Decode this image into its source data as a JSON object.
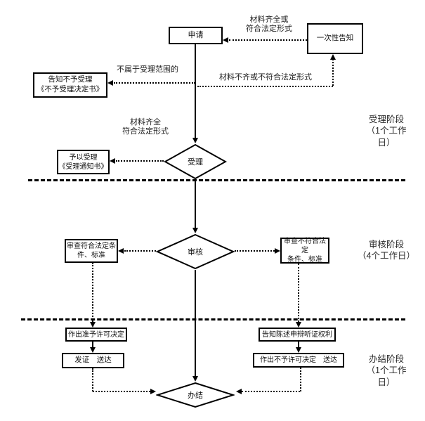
{
  "nodes": {
    "apply": {
      "label": "申请"
    },
    "one_time_notice": {
      "label": "一次性告知"
    },
    "reject_notice": {
      "line1": "告知不予受理",
      "line2": "《不予受理决定书》"
    },
    "accept_notice": {
      "line1": "予以受理",
      "line2": "《受理通知书》"
    },
    "accept": {
      "label": "受理"
    },
    "review": {
      "label": "审核"
    },
    "review_pass": {
      "line1": "审查符合法定条",
      "line2": "件、标准"
    },
    "review_fail": {
      "line1": "审查不符合法定",
      "line2": "条件、标准"
    },
    "grant": {
      "label": "作出准予许可决定"
    },
    "issue": {
      "label": "发证　送达"
    },
    "hearing": {
      "label": "告知陈述申辩听证权利"
    },
    "deny": {
      "label": "作出不予许可决定　送达"
    },
    "finish": {
      "label": "办结"
    }
  },
  "edge_labels": {
    "materials_ok_or": {
      "line1": "材料齐全或",
      "line2": "符合法定形式"
    },
    "out_of_scope": {
      "label": "不属于受理范围的"
    },
    "materials_incomplete": {
      "label": "材料不齐或不符合法定形式"
    },
    "materials_ok": {
      "line1": "材料齐全",
      "line2": "符合法定形式"
    }
  },
  "stages": {
    "accept": {
      "line1": "受理阶段",
      "line2": "（1个工作",
      "line3": "日）"
    },
    "review": {
      "line1": "审核阶段",
      "line2": "（4个工作日）"
    },
    "finish": {
      "line1": "办结阶段",
      "line2": "（1个工作",
      "line3": "日）"
    }
  },
  "colors": {
    "line": "#000000",
    "background": "#ffffff"
  }
}
